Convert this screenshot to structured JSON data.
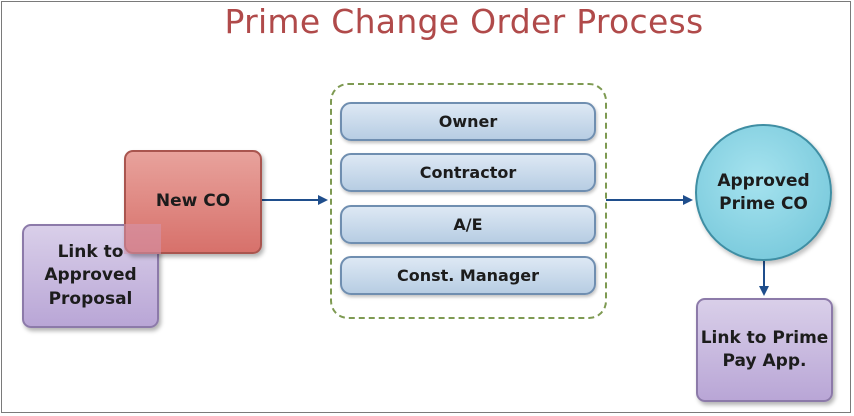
{
  "title": "Prime Change Order Process",
  "nodes": {
    "link_to_approved_proposal": "Link to\nApproved\nProposal",
    "new_co": "New CO",
    "approvers": [
      "Owner",
      "Contractor",
      "A/E",
      "Const. Manager"
    ],
    "approved_prime_co": "Approved\nPrime CO",
    "link_to_prime_pay_app": "Link to Prime\nPay App."
  },
  "colors": {
    "title": "#b04a4a",
    "arrow": "#1f4e8c",
    "dashed_group_border": "#7e9a52"
  }
}
